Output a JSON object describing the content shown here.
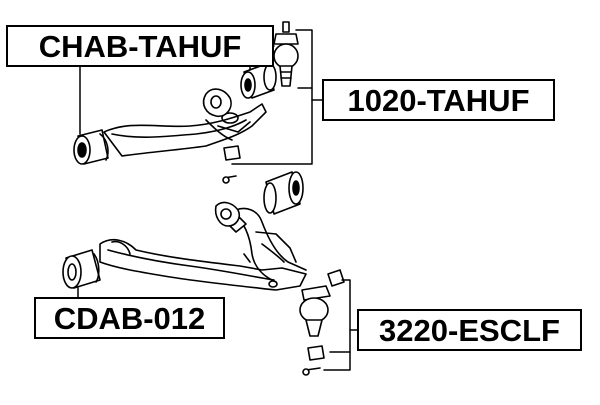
{
  "labels": {
    "upper_bushing": "CHAB-TAHUF",
    "upper_ball_joint": "1020-TAHUF",
    "lower_bushing": "CDAB-012",
    "lower_ball_joint": "3220-ESCLF"
  },
  "colors": {
    "line": "#000000",
    "background": "#ffffff"
  }
}
